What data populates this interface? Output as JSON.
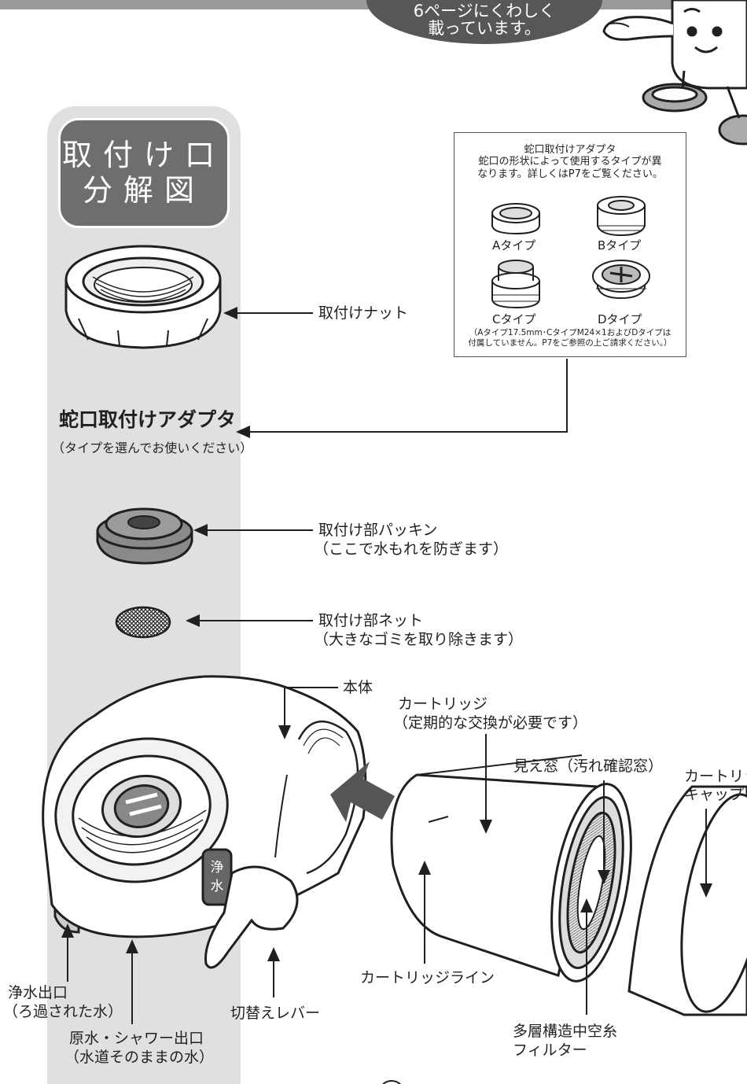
{
  "bubble": {
    "line1": "6ページにくわしく",
    "line2": "載っています。"
  },
  "title": {
    "line1": "取付け口",
    "line2": "分解図"
  },
  "parts": {
    "nut": "取付けナット",
    "adapter_title": "蛇口取付けアダプタ",
    "adapter_sub": "（タイプを選んでお使いください）",
    "packing_1": "取付け部パッキン",
    "packing_2": "（ここで水もれを防ぎます）",
    "net_1": "取付け部ネット",
    "net_2": "（大きなゴミを取り除きます）",
    "body": "本体",
    "cartridge_1": "カートリッジ",
    "cartridge_2": "（定期的な交換が必要です）",
    "window": "見え窓（汚れ確認窓）",
    "cap_1": "カートリッ",
    "cap_2": "キャップ",
    "line": "カートリッジライン",
    "filter_1": "多層構造中空糸",
    "filter_2": "フィルター",
    "outlet_1": "浄水出口",
    "outlet_2": "（ろ過された水）",
    "shower_1": "原水・シャワー出口",
    "shower_2": "（水道そのままの水）",
    "lever": "切替えレバー",
    "lever_mark_1": "浄",
    "lever_mark_2": "水"
  },
  "infobox": {
    "title": "蛇口取付けアダプタ",
    "desc_1": "蛇口の形状によって使用するタイプが異",
    "desc_2": "なります。詳しくはP7をご覧ください。",
    "type_a": "Aタイプ",
    "type_b": "Bタイプ",
    "type_c": "Cタイプ",
    "type_d": "Dタイプ",
    "foot_1": "（Aタイプ17.5mm･CタイプM24×1およびDタイプは",
    "foot_2": "付属していません。P7をご参照の上ご請求ください。）"
  }
}
